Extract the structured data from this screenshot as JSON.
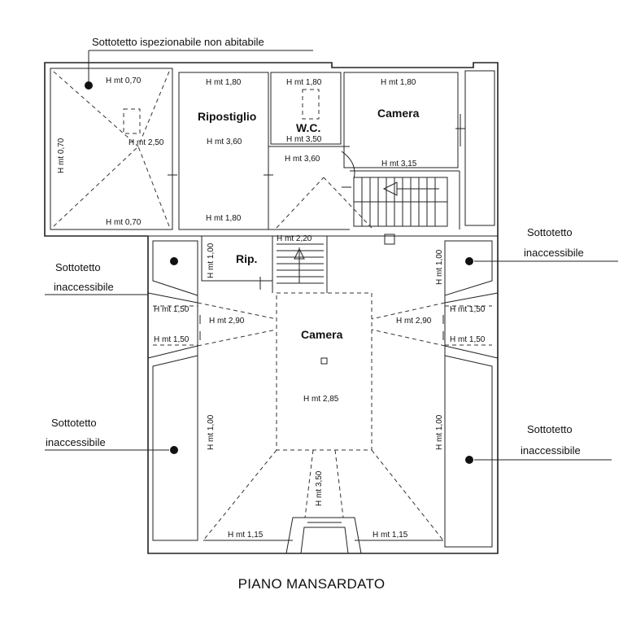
{
  "title": "PIANO MANSARDATO",
  "annotations": {
    "top": "Sottotetto ispezionabile non abitabile",
    "left_upper": [
      "Sottotetto",
      "inaccessibile"
    ],
    "left_lower": [
      "Sottotetto",
      "inaccessibile"
    ],
    "right_upper": [
      "Sottotetto",
      "inaccessibile"
    ],
    "right_lower": [
      "Sottotetto",
      "inaccessibile"
    ]
  },
  "rooms": {
    "ripostiglio": "Ripostiglio",
    "wc": "W.C.",
    "camera_top": "Camera",
    "rip": "Rip.",
    "camera_main": "Camera"
  },
  "heights": {
    "tl_top": "H mt 0,70",
    "tl_left": "H mt 0,70",
    "tl_center": "H mt 2,50",
    "tl_bottom": "H mt 0,70",
    "ripost_top": "H mt 1,80",
    "ripost_mid": "H mt 3,60",
    "ripost_bottom": "H mt 1,80",
    "wc_top": "H mt 1,80",
    "wc_mid": "H mt 3,50",
    "hall": "H mt 3,60",
    "camera_top_h": "H mt 1,80",
    "camera_top_mid": "H mt 3,15",
    "stair": "H mt 2,20",
    "rip_side": "H mt 1,00",
    "left_150_a": "H mt 1,50",
    "left_290": "H mt 2,90",
    "left_150_b": "H mt 1,50",
    "right_100_top": "H mt 1,00",
    "right_150_a": "H mt 1,50",
    "right_290": "H mt 2,90",
    "right_150_b": "H mt 1,50",
    "camera_center": "H mt 2,85",
    "left_100_bottom": "H mt 1,00",
    "right_100_bottom": "H mt 1,00",
    "bottom_350": "H mt 3,50",
    "bottom_left_115": "H mt 1,15",
    "bottom_right_115": "H mt 1,15"
  }
}
